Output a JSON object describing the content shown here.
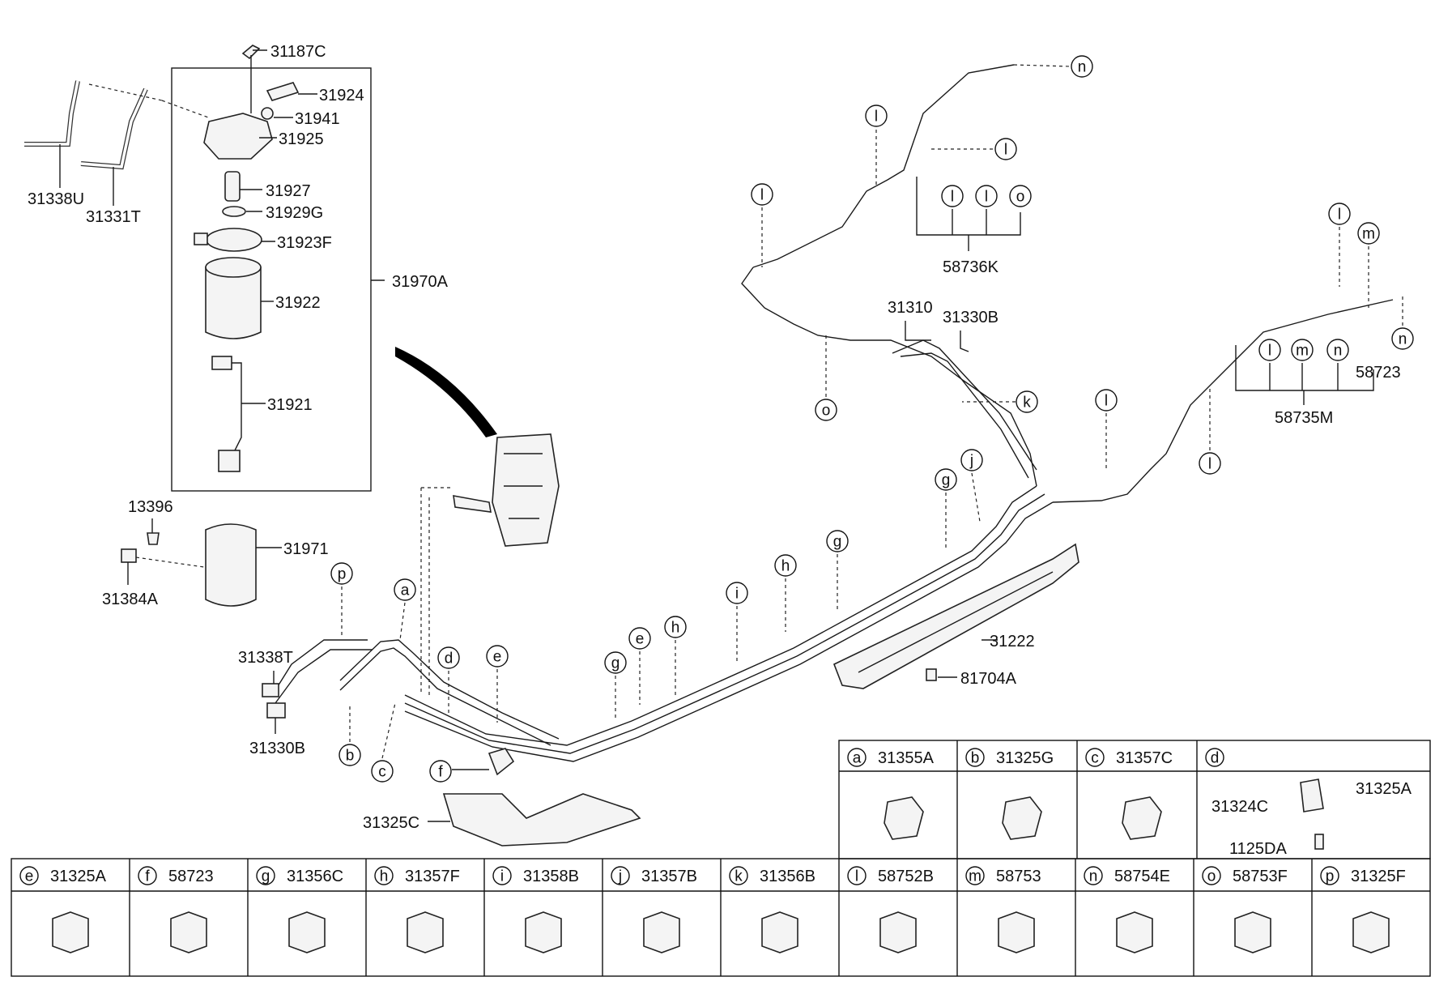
{
  "callouts": {
    "c31187C": "31187C",
    "c31924": "31924",
    "c31941": "31941",
    "c31925": "31925",
    "c31927": "31927",
    "c31929G": "31929G",
    "c31923F": "31923F",
    "c31922": "31922",
    "c31921": "31921",
    "c31970A": "31970A",
    "c31338U": "31338U",
    "c31331T": "31331T",
    "c13396": "13396",
    "c31971": "31971",
    "c31384A": "31384A",
    "c31338T": "31338T",
    "c31330B_left": "31330B",
    "c31325C": "31325C",
    "c31310": "31310",
    "c31330B_top": "31330B",
    "c58736K": "58736K",
    "c58735M": "58735M",
    "c58723_right": "58723",
    "c31222": "31222",
    "c81704A": "81704A"
  },
  "letters": {
    "n": "n",
    "l": "l",
    "o": "o",
    "m": "m",
    "k": "k",
    "j": "j",
    "g": "g",
    "h": "h",
    "i": "i",
    "e": "e",
    "d": "d",
    "a": "a",
    "p": "p",
    "b": "b",
    "c": "c",
    "f": "f"
  },
  "legend_top": [
    {
      "letter": "a",
      "part": "31355A"
    },
    {
      "letter": "b",
      "part": "31325G"
    },
    {
      "letter": "c",
      "part": "31357C"
    },
    {
      "letter": "d",
      "part": "",
      "sub": [
        "31324C",
        "31325A",
        "1125DA"
      ]
    }
  ],
  "legend_bottom": [
    {
      "letter": "e",
      "part": "31325A"
    },
    {
      "letter": "f",
      "part": "58723"
    },
    {
      "letter": "g",
      "part": "31356C"
    },
    {
      "letter": "h",
      "part": "31357F"
    },
    {
      "letter": "i",
      "part": "31358B"
    },
    {
      "letter": "j",
      "part": "31357B"
    },
    {
      "letter": "k",
      "part": "31356B"
    },
    {
      "letter": "l",
      "part": "58752B"
    },
    {
      "letter": "m",
      "part": "58753"
    },
    {
      "letter": "n",
      "part": "58754E"
    },
    {
      "letter": "o",
      "part": "58753F"
    },
    {
      "letter": "p",
      "part": "31325F"
    }
  ]
}
